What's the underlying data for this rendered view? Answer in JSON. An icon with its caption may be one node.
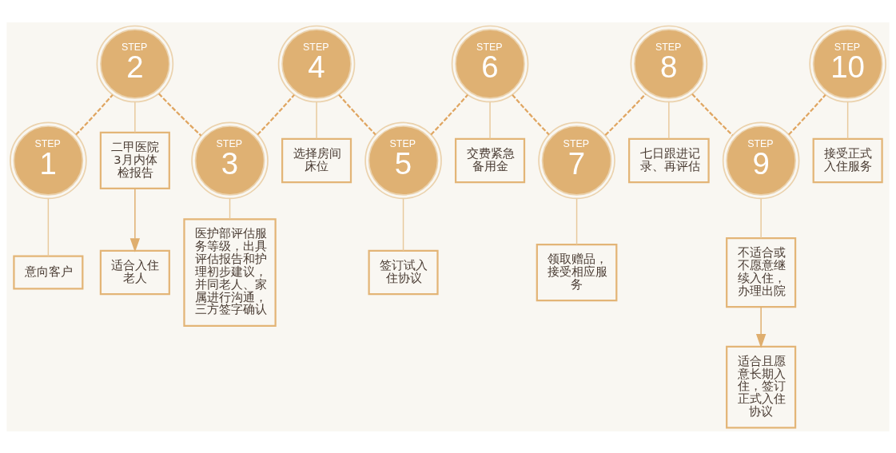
{
  "diagram": {
    "nodes": [
      {
        "text": [
          "STEP",
          "1"
        ]
      },
      {
        "text": [
          "意向客户"
        ]
      },
      {
        "text": [
          "STEP",
          "2"
        ]
      },
      {
        "text": [
          "二甲医院3月内体检报告"
        ]
      },
      {
        "text": [
          "适合入住老人"
        ]
      },
      {
        "text": [
          "STEP",
          "3"
        ]
      },
      {
        "text": [
          "医护部评估服务等级，出具评估报告和护理初步建议，并同老人、家属进行沟通，三方签字确认"
        ]
      },
      {
        "text": [
          "STEP",
          "4"
        ]
      },
      {
        "text": [
          "选择房间床位"
        ]
      },
      {
        "text": [
          "STEP",
          "5"
        ]
      },
      {
        "text": [
          "签订试入住协议"
        ]
      },
      {
        "text": [
          "STEP",
          "6"
        ]
      },
      {
        "text": [
          "交费紧急备用金"
        ]
      },
      {
        "text": [
          "STEP",
          "7"
        ]
      },
      {
        "text": [
          "领取赠品，接受相应服务"
        ]
      },
      {
        "text": [
          "STEP",
          "8"
        ]
      },
      {
        "text": [
          "七日跟进记录、再评估"
        ]
      },
      {
        "text": [
          "STEP",
          "9"
        ]
      },
      {
        "text": [
          "不适合或不愿意继续入住，办理出院"
        ]
      },
      {
        "text": [
          "适合且愿意长期入住，签订正式入住协议"
        ]
      },
      {
        "text": [
          "STEP",
          "10"
        ]
      },
      {
        "text": [
          "接受正式入住服务"
        ]
      }
    ],
    "edges": [
      {
        "from": 0,
        "to": 1,
        "arrow": "none"
      },
      {
        "from": 0,
        "to": 2,
        "arrow": "none",
        "style": "dashed",
        "color": "#e0a662"
      },
      {
        "from": 2,
        "to": 3,
        "arrow": "none"
      },
      {
        "from": 3,
        "to": 4,
        "arrow": "to",
        "color": "#dfae6e"
      },
      {
        "from": 2,
        "to": 5,
        "arrow": "none",
        "style": "dashed",
        "color": "#e0a662"
      },
      {
        "from": 5,
        "to": 6,
        "arrow": "none"
      },
      {
        "from": 5,
        "to": 7,
        "arrow": "none",
        "style": "dashed",
        "color": "#e0a662"
      },
      {
        "from": 7,
        "to": 8,
        "arrow": "none"
      },
      {
        "from": 7,
        "to": 9,
        "arrow": "none",
        "style": "dashed",
        "color": "#e0a662"
      },
      {
        "from": 9,
        "to": 10,
        "arrow": "none"
      },
      {
        "from": 9,
        "to": 11,
        "arrow": "none",
        "style": "dashed",
        "color": "#e0a662"
      },
      {
        "from": 11,
        "to": 12,
        "arrow": "none"
      },
      {
        "from": 11,
        "to": 13,
        "arrow": "none",
        "style": "dashed",
        "color": "#e0a662"
      },
      {
        "from": 13,
        "to": 14,
        "arrow": "none"
      },
      {
        "from": 13,
        "to": 15,
        "arrow": "none",
        "style": "dashed",
        "color": "#e0a662"
      },
      {
        "from": 15,
        "to": 16,
        "arrow": "none"
      },
      {
        "from": 15,
        "to": 17,
        "arrow": "none",
        "style": "dashed",
        "color": "#e0a662"
      },
      {
        "from": 17,
        "to": 18,
        "arrow": "none"
      },
      {
        "from": 18,
        "to": 19,
        "arrow": "to",
        "color": "#dfae6e"
      },
      {
        "from": 17,
        "to": 20,
        "arrow": "none",
        "style": "dashed",
        "color": "#e0a662"
      },
      {
        "from": 20,
        "to": 21,
        "arrow": "none"
      }
    ]
  }
}
